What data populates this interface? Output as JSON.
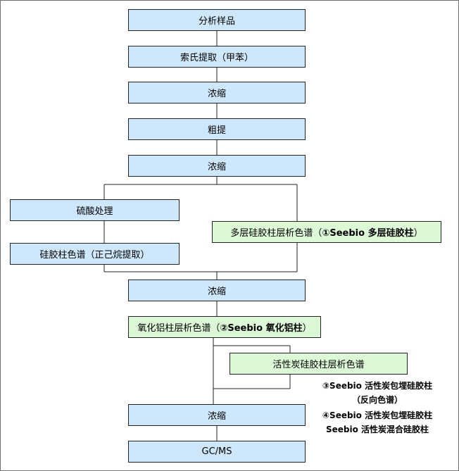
{
  "steps": {
    "sample": "分析样品",
    "soxhlet": "索氏提取（甲苯）",
    "concentrate1": "浓缩",
    "crude": "粗提",
    "concentrate2": "浓缩",
    "sulfuric": "硫酸处理",
    "silica": "硅胶柱色谱（正己烷提取）",
    "multilayer_text": "多层硅胶柱层析色谱（",
    "multilayer_bold": "①Seebio 多层硅胶柱",
    "multilayer_end": "）",
    "concentrate3": "浓缩",
    "alumina_text": "氧化铝柱层析色谱（",
    "alumina_bold": "②Seebio 氧化铝柱",
    "alumina_end": "）",
    "carbon": "活性炭硅胶柱层析色谱",
    "concentrate4": "浓缩",
    "gcms": "GC/MS"
  },
  "notes": {
    "n3_line1": "③Seebio 活性炭包埋硅胶柱",
    "n3_line2": "（反向色谱）",
    "n4_line1": "④Seebio 活性炭包埋硅胶柱",
    "n4_line2": "Seebio 活性炭混合硅胶柱"
  },
  "colors": {
    "blue_fill": "#cfe7fb",
    "green_fill": "#dcf8d7",
    "line": "#222222"
  }
}
